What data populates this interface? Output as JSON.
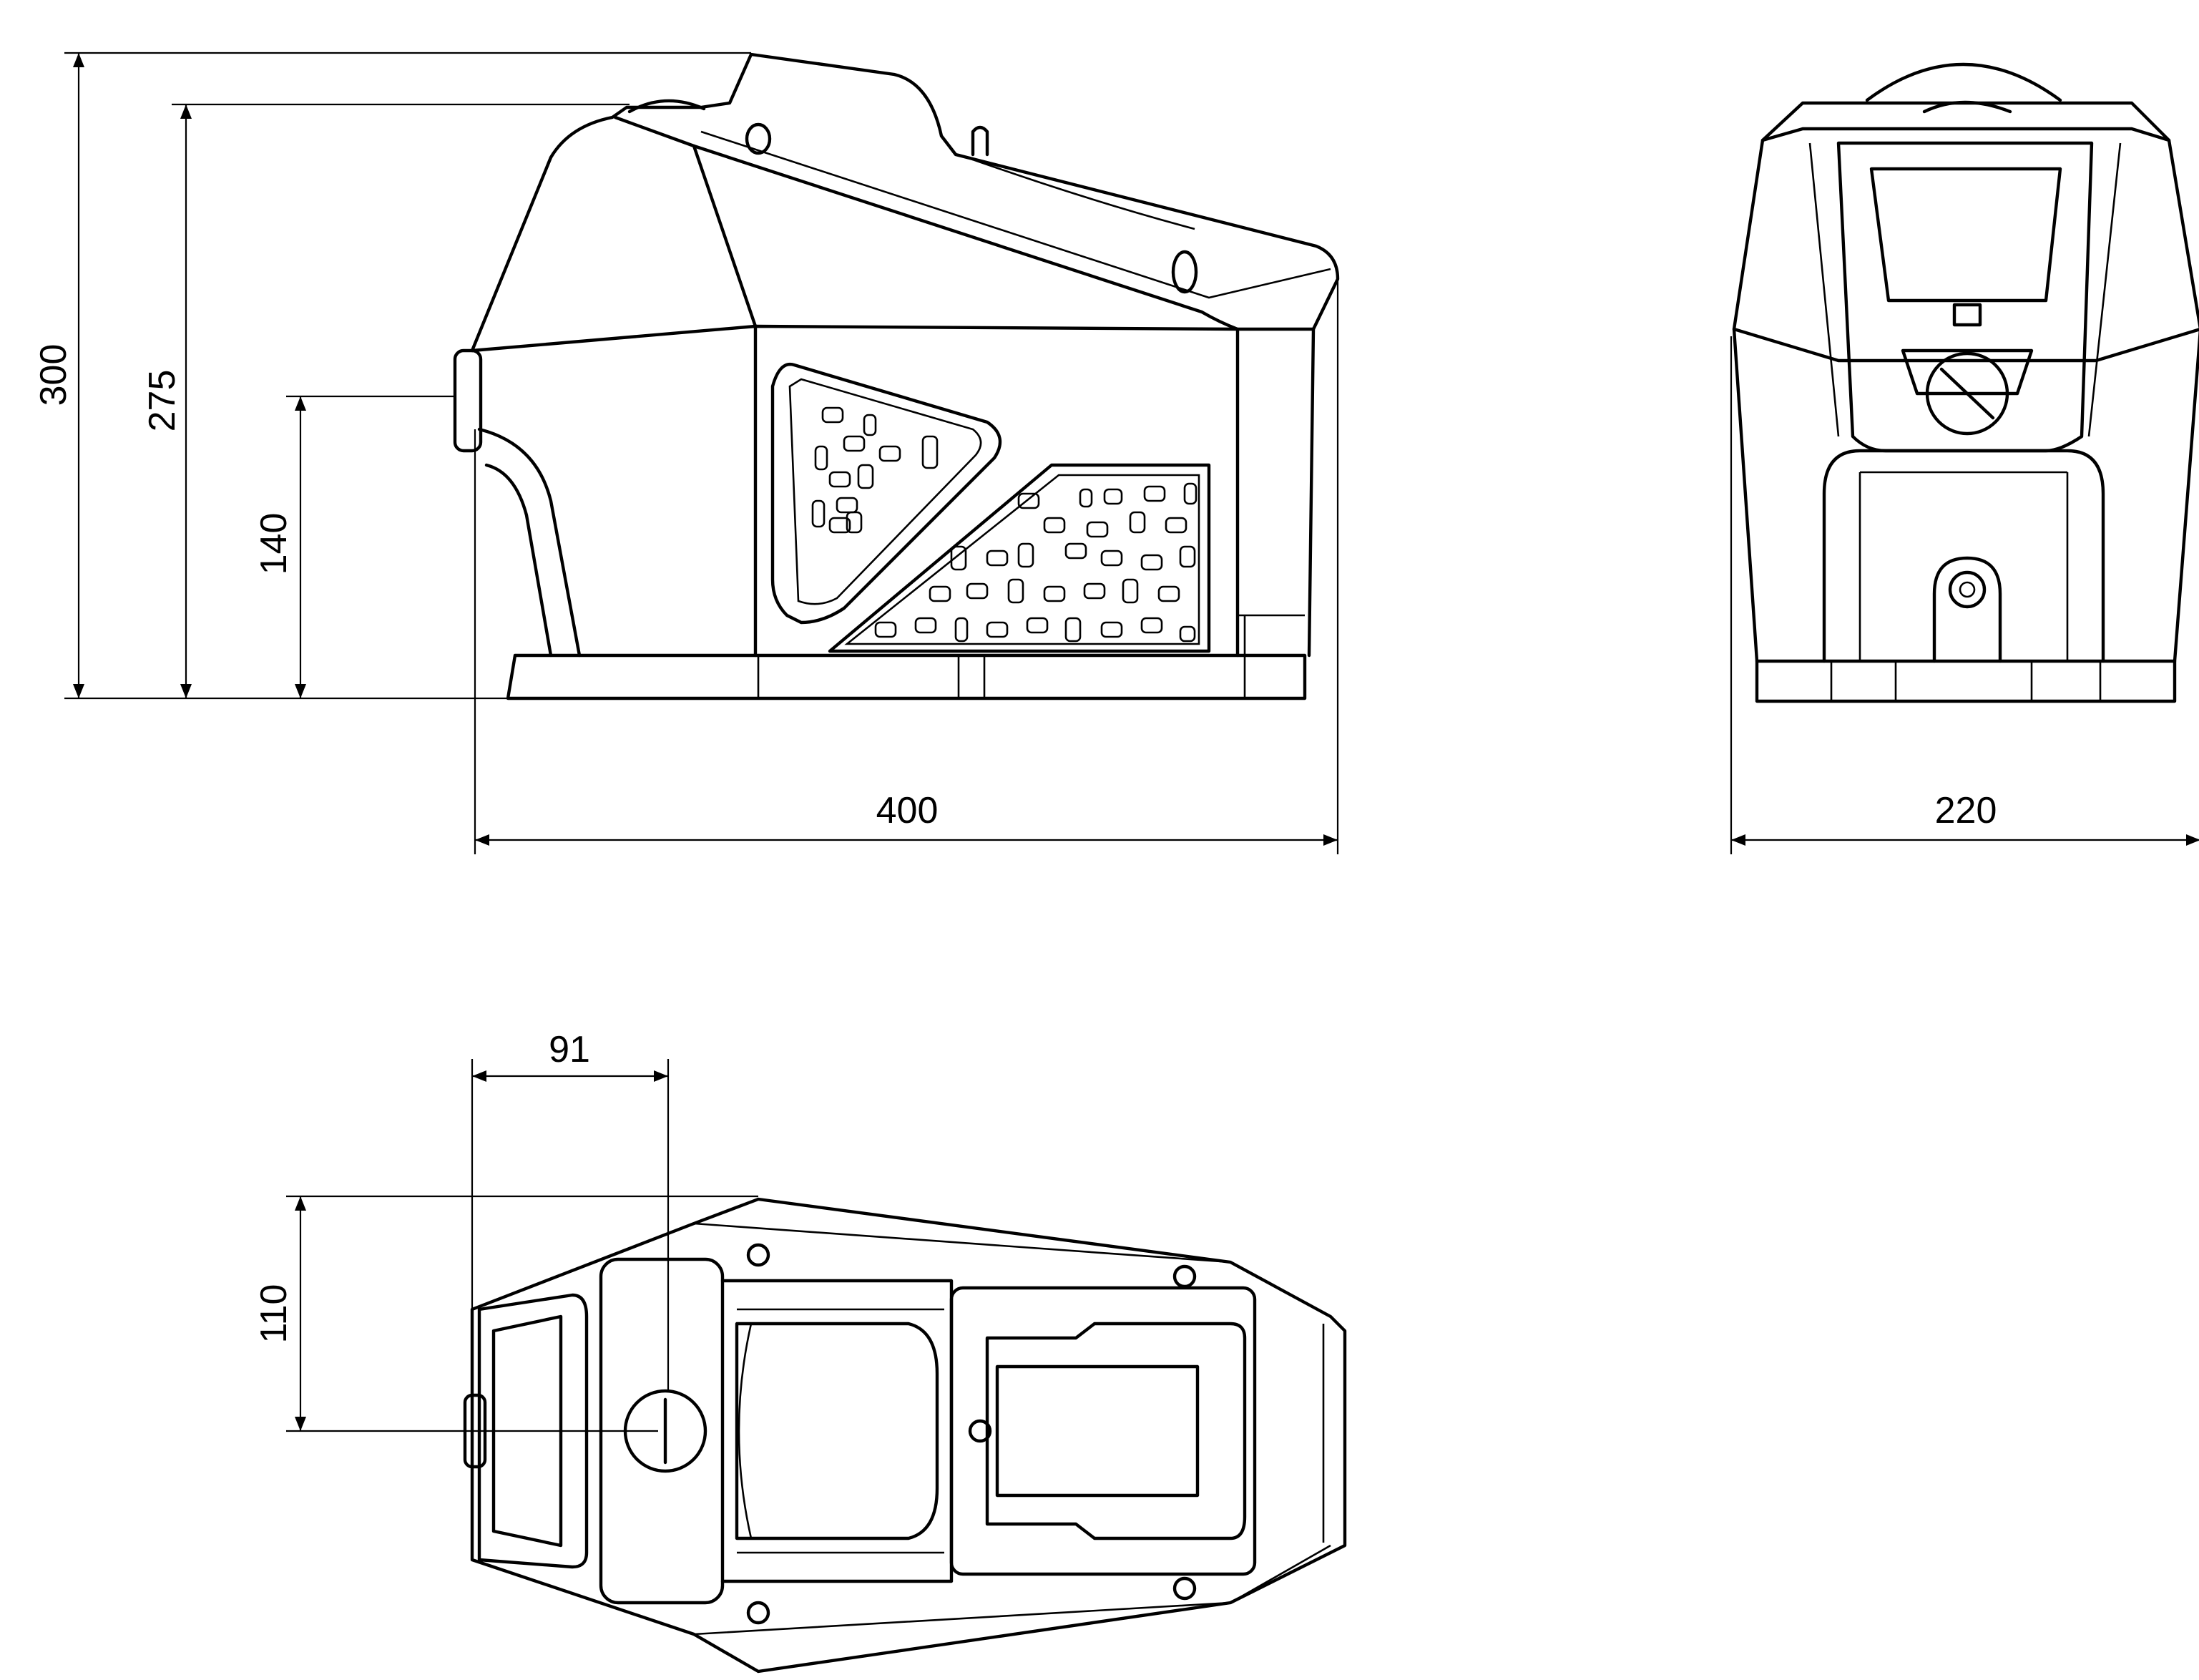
{
  "drawing": {
    "side_view": {
      "dimensions": {
        "height_total": "300",
        "height_body": "275",
        "height_outlet": "140",
        "length": "400"
      }
    },
    "front_view": {
      "dimensions": {
        "width": "220"
      }
    },
    "top_view": {
      "dimensions": {
        "outlet_offset_x": "91",
        "outlet_offset_y": "110"
      }
    }
  }
}
